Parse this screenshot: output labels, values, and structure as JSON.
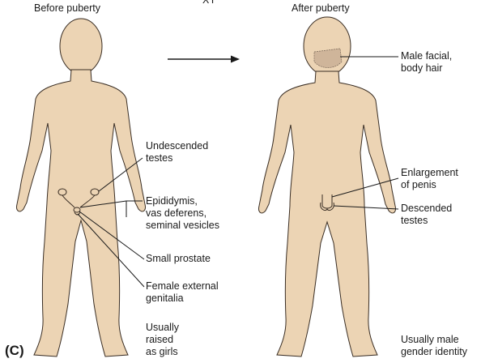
{
  "headers": {
    "before": "Before puberty",
    "karyotype": "XY",
    "after": "After puberty"
  },
  "panel_label": "(C)",
  "before_labels": {
    "undescended_testes": "Undescended\ntestes",
    "epididymis": "Epididymis,\nvas deferens,\nseminal vesicles",
    "small_prostate": "Small prostate",
    "female_genitalia": "Female external\ngenitalia",
    "raised_as_girls": "Usually\nraised\nas girls"
  },
  "after_labels": {
    "facial_hair": "Male facial,\nbody hair",
    "enlargement_penis": "Enlargement\nof penis",
    "descended_testes": "Descended\ntestes",
    "gender_identity": "Usually male\ngender identity"
  },
  "colors": {
    "skin": "#ecd4b4",
    "outline": "#3a2e24",
    "line": "#1a1a1a"
  }
}
